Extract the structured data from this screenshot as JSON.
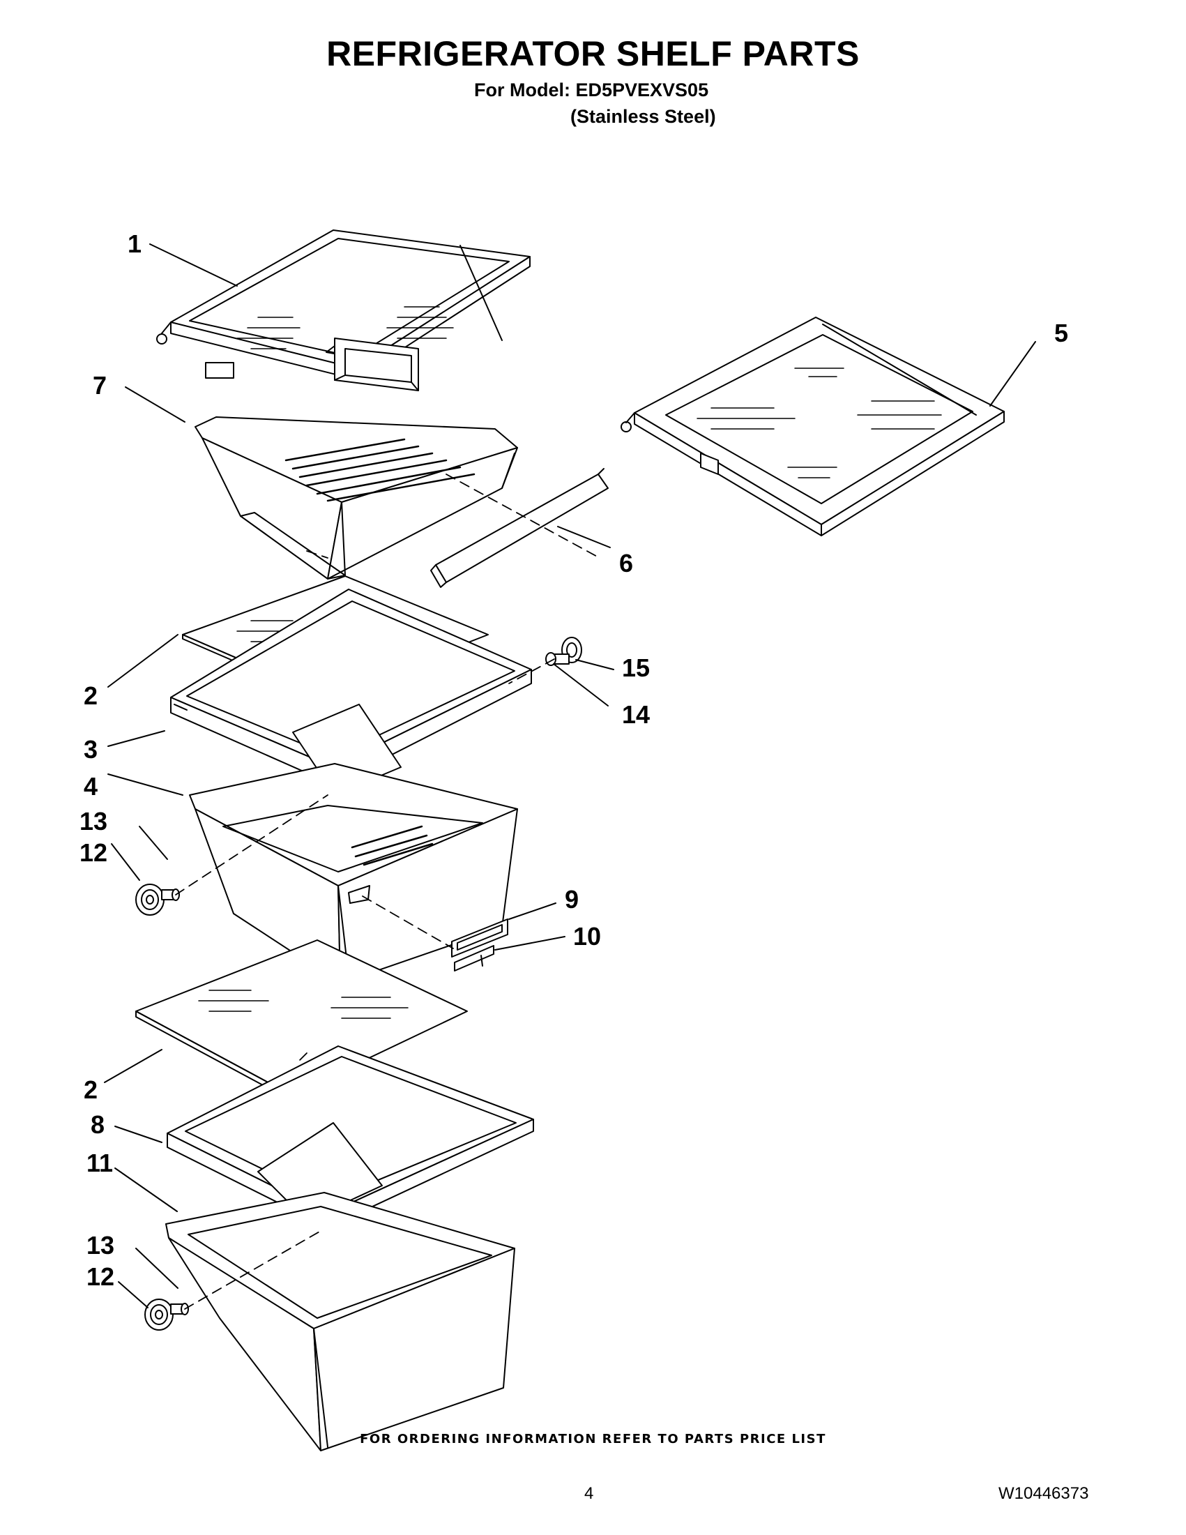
{
  "header": {
    "title": "REFRIGERATOR SHELF PARTS",
    "model_line": "For Model: ED5PVEXVS05",
    "color_line": "(Stainless Steel)"
  },
  "callouts": {
    "c1": "1",
    "c2a": "2",
    "c2b": "2",
    "c3": "3",
    "c4": "4",
    "c5": "5",
    "c6": "6",
    "c7": "7",
    "c8": "8",
    "c9": "9",
    "c10": "10",
    "c11": "11",
    "c12a": "12",
    "c12b": "12",
    "c13a": "13",
    "c13b": "13",
    "c14": "14",
    "c15": "15"
  },
  "footer": {
    "ordering_note": "FOR ORDERING INFORMATION REFER TO PARTS PRICE LIST",
    "page_number": "4",
    "document_number": "W10446373"
  }
}
